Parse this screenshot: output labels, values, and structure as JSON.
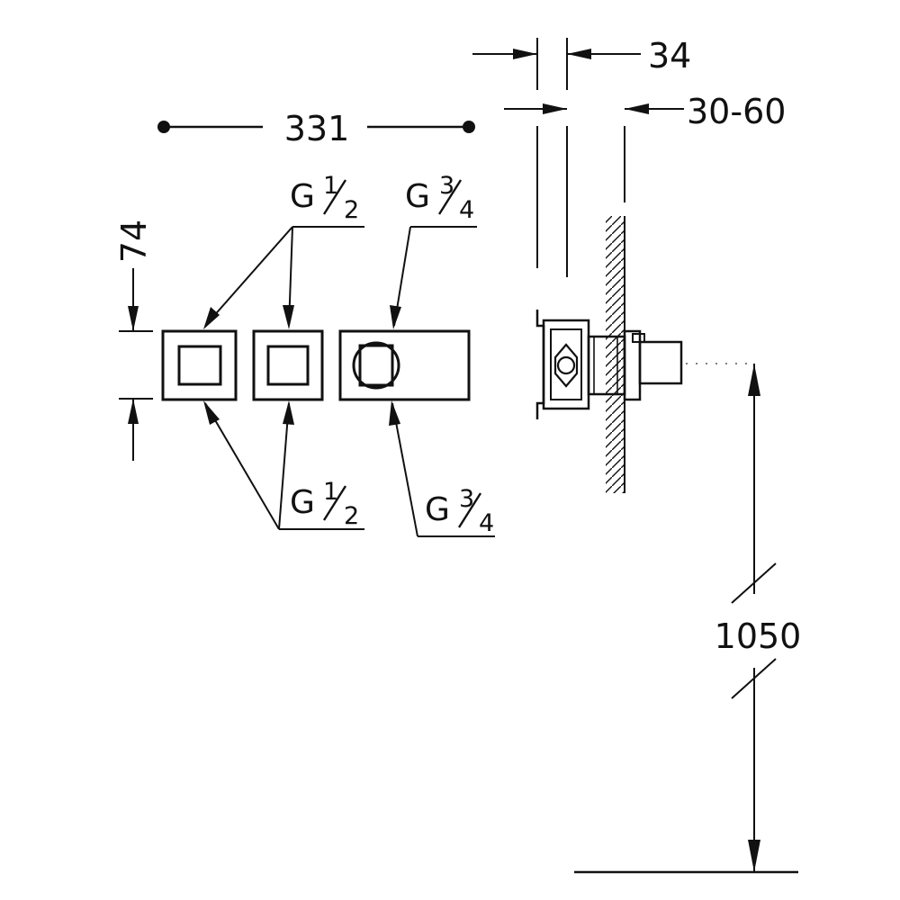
{
  "dimensions": {
    "width_total": "331",
    "height_plate": "74",
    "body_depth": "34",
    "wall_range": "30-60",
    "install_height": "1050"
  },
  "threads": {
    "top_left": {
      "prefix": "G",
      "num": "1",
      "den": "2"
    },
    "top_right": {
      "prefix": "G",
      "num": "3",
      "den": "4"
    },
    "bottom_left": {
      "prefix": "G",
      "num": "1",
      "den": "2"
    },
    "bottom_right": {
      "prefix": "G",
      "num": "3",
      "den": "4"
    }
  }
}
